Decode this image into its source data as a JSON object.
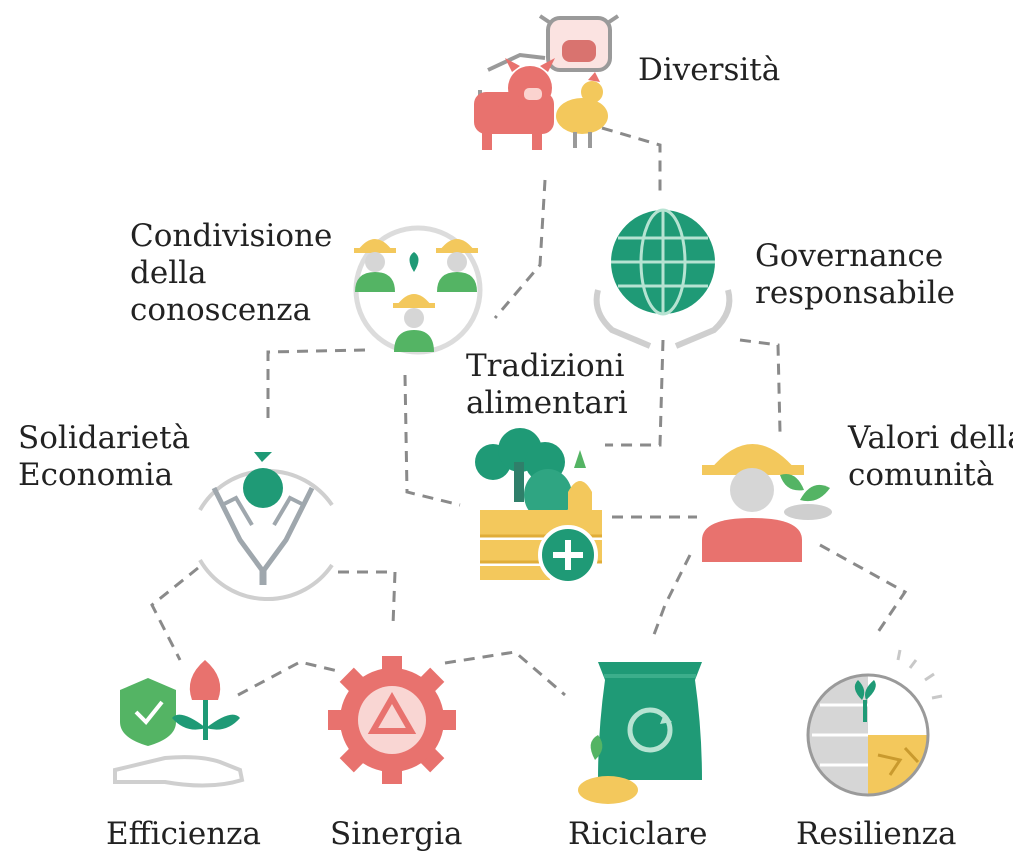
{
  "nodes": {
    "diversita": {
      "label_lines": [
        "Diversità"
      ],
      "icon": "farm-animals-icon"
    },
    "condivisione": {
      "label_lines": [
        "Condivisione",
        "della",
        "conoscenza"
      ],
      "icon": "knowledge-sharing-farmers-icon"
    },
    "governance": {
      "label_lines": [
        "Governance",
        "responsabile"
      ],
      "icon": "globe-in-hands-icon"
    },
    "tradizioni": {
      "label_lines": [
        "Tradizioni",
        "alimentari"
      ],
      "icon": "food-basket-icon"
    },
    "solidarieta": {
      "label_lines": [
        "Solidarietà",
        "Economia"
      ],
      "icon": "money-bag-in-hands-icon"
    },
    "valori": {
      "label_lines": [
        "Valori della",
        "comunità"
      ],
      "icon": "farmer-with-seedling-icon"
    },
    "efficienza": {
      "label_lines": [
        "Efficienza"
      ],
      "icon": "shield-flower-hand-icon"
    },
    "sinergia": {
      "label_lines": [
        "Sinergia"
      ],
      "icon": "recycle-gear-icon"
    },
    "riciclare": {
      "label_lines": [
        "Riciclare"
      ],
      "icon": "compost-bag-icon"
    },
    "resilienza": {
      "label_lines": [
        "Resilienza"
      ],
      "icon": "globe-drought-icon"
    }
  },
  "colors": {
    "red": "#e8726e",
    "green": "#54b464",
    "teal": "#1f9a76",
    "yellow": "#f3c85c",
    "gray": "#8a8a8a",
    "text": "#222222"
  }
}
